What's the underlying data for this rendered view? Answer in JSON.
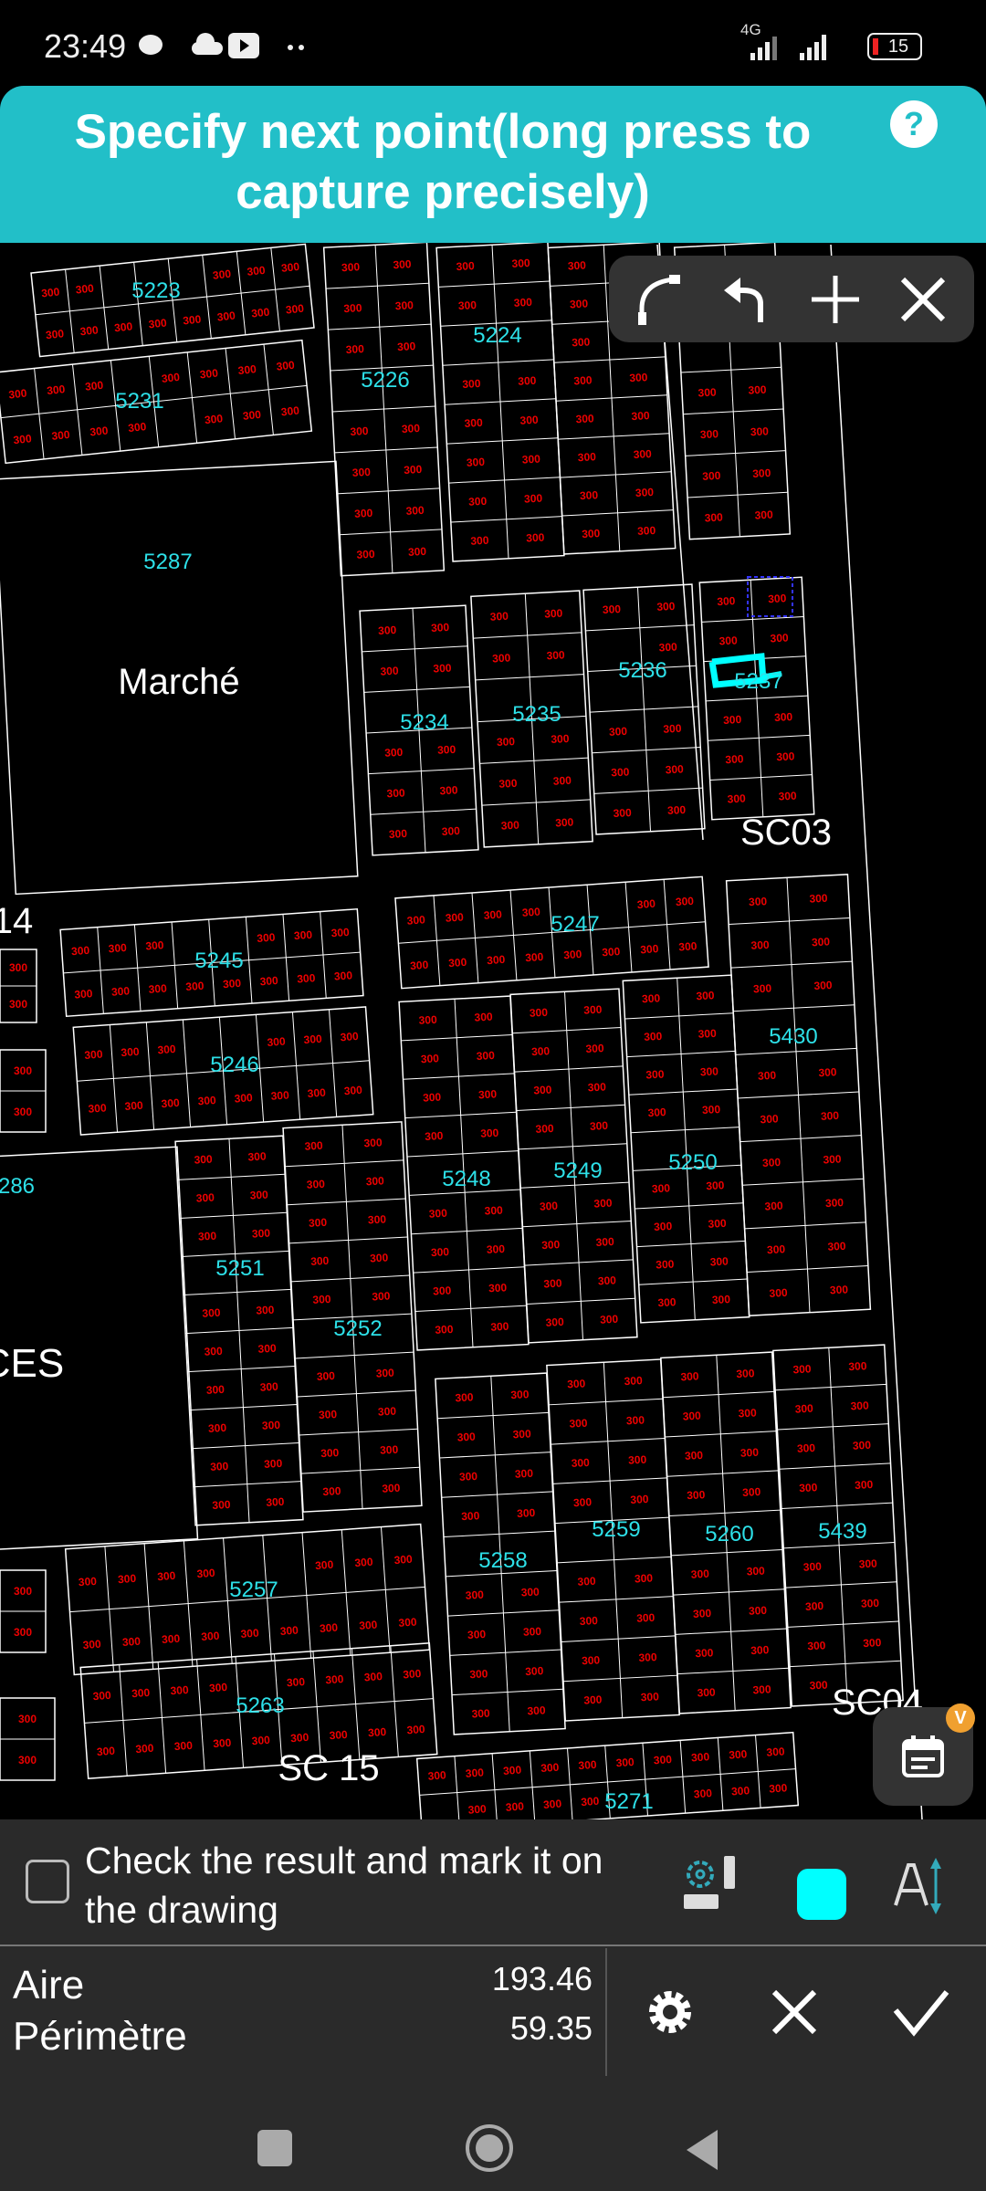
{
  "status_bar": {
    "time": "23:49",
    "network": "4G",
    "battery": "15"
  },
  "header": {
    "title": "Specify next point(long press to capture precisely)",
    "help": "?"
  },
  "toolbar": {
    "tools": [
      "arc-icon",
      "undo-icon",
      "plus-icon",
      "close-icon"
    ]
  },
  "drawing": {
    "lot_value": "300",
    "block_labels": [
      "5223",
      "5224",
      "5226",
      "5231",
      "5287",
      "5236",
      "5237",
      "5234",
      "5235",
      "5247",
      "5245",
      "5246",
      "5430",
      "286",
      "5248",
      "5249",
      "5250",
      "5251",
      "5252",
      "5258",
      "5259",
      "5260",
      "5439",
      "5257",
      "5263",
      "5271"
    ],
    "place_labels": [
      "Marché",
      "SC03",
      "14",
      "CES",
      "SC 15",
      "SC04"
    ],
    "selection_color": "#00ffff"
  },
  "floating": {
    "badge": "V"
  },
  "panel": {
    "check_label": "Check the result and mark it on the drawing",
    "checked": false,
    "color": "#00ffff",
    "area_label": "Aire",
    "area_value": "193.46",
    "perimeter_label": "Périmètre",
    "perimeter_value": "59.35"
  }
}
